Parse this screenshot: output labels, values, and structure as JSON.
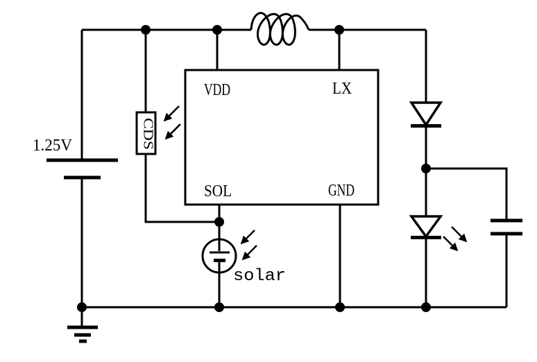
{
  "circuit": {
    "colors": {
      "line": "#000000",
      "background": "#ffffff"
    },
    "battery": {
      "label": "1.25V"
    },
    "photoresistor": {
      "label": "CDS"
    },
    "solar_cell": {
      "label": "solar"
    },
    "ic": {
      "pins": {
        "vdd": "VDD",
        "lx": "LX",
        "sol": "SOL",
        "gnd": "GND"
      }
    }
  }
}
